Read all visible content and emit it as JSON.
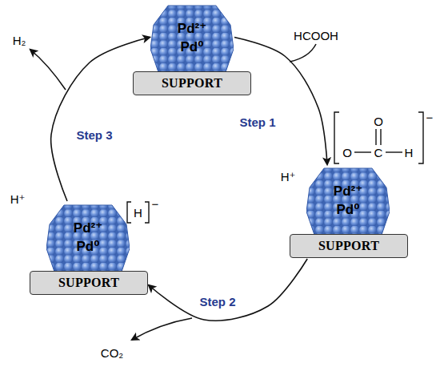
{
  "diagram": {
    "nodes": [
      {
        "text": [
          "Pd²⁺",
          "Pd⁰"
        ]
      },
      {
        "text": [
          "SUPPORT"
        ]
      },
      {
        "text": [
          "Pd²⁺",
          "Pd⁰"
        ]
      },
      {
        "text": [
          "SUPPORT"
        ]
      },
      {
        "text": [
          "Pd²⁺",
          "Pd⁰"
        ]
      },
      {
        "text": [
          "SUPPORT"
        ]
      }
    ],
    "edges": [
      {
        "from": 0,
        "to": 2,
        "arrow": "to",
        "label": "Step 1"
      },
      {
        "from": 3,
        "to": 5,
        "arrow": "to",
        "label": "Step 2"
      },
      {
        "from": 4,
        "to": 0,
        "arrow": "to",
        "label": "Step 3"
      }
    ],
    "labels": [
      "HCOOH",
      "H⁺",
      "O",
      "O",
      "C",
      "H",
      "−",
      "H⁺",
      "H",
      "−",
      "CO₂",
      "H₂"
    ]
  }
}
